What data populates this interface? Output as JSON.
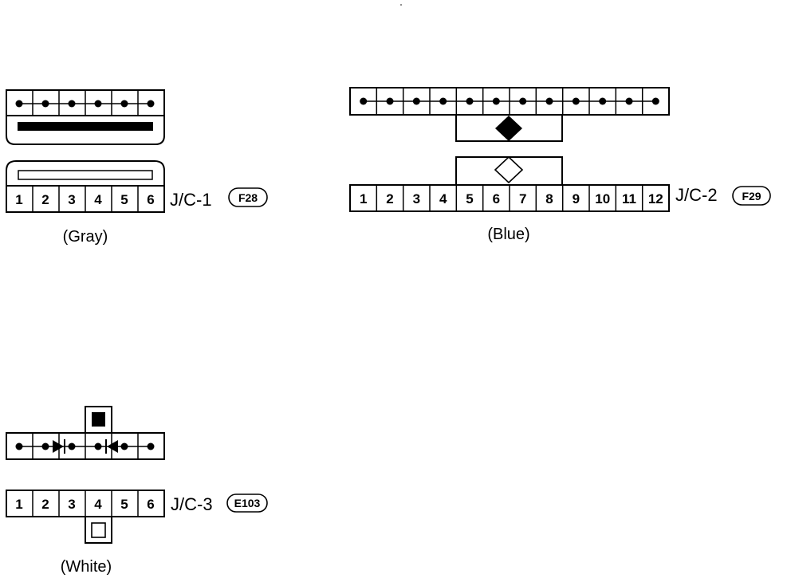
{
  "connectors": [
    {
      "id": "jc1",
      "name": "J/C-1",
      "code": "F28",
      "color_label": "(Gray)",
      "pins": [
        "1",
        "2",
        "3",
        "4",
        "5",
        "6"
      ]
    },
    {
      "id": "jc2",
      "name": "J/C-2",
      "code": "F29",
      "color_label": "(Blue)",
      "pins": [
        "1",
        "2",
        "3",
        "4",
        "5",
        "6",
        "7",
        "8",
        "9",
        "10",
        "11",
        "12"
      ]
    },
    {
      "id": "jc3",
      "name": "J/C-3",
      "code": "E103",
      "color_label": "(White)",
      "pins": [
        "1",
        "2",
        "3",
        "4",
        "5",
        "6"
      ]
    }
  ]
}
